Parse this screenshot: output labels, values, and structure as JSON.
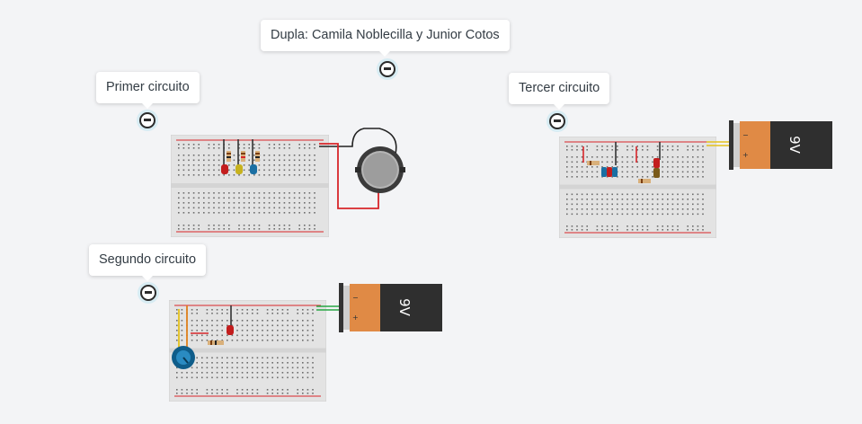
{
  "notes": {
    "title": "Dupla: Camila Noblecilla y Junior Cotos",
    "first": "Primer circuito",
    "second": "Segundo circuito",
    "third": "Tercer circuito"
  },
  "battery": {
    "label": "9V"
  },
  "colors": {
    "canvas": "#f3f4f6",
    "battery_orange": "#e08a45",
    "battery_black": "#2f2f2f",
    "wire_red": "#d8262a",
    "wire_black": "#222222",
    "led_red": "#c31d1d",
    "led_yellow": "#c7b21d",
    "led_blue": "#1a6fa3",
    "pot_blue": "#0f5d8a"
  }
}
